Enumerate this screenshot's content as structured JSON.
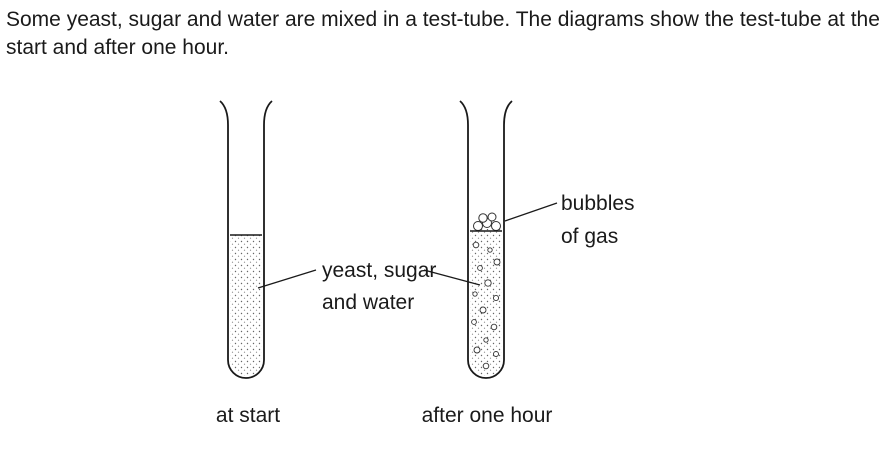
{
  "question": {
    "text": "Some yeast, sugar and water are mixed in a test-tube. The diagrams show the test-tube at the start and after one hour."
  },
  "diagram": {
    "labels": {
      "contents": [
        "yeast, sugar",
        "and water"
      ],
      "bubbles": [
        "bubbles",
        "of gas"
      ],
      "tube_start": "at start",
      "tube_after": "after one hour"
    }
  }
}
